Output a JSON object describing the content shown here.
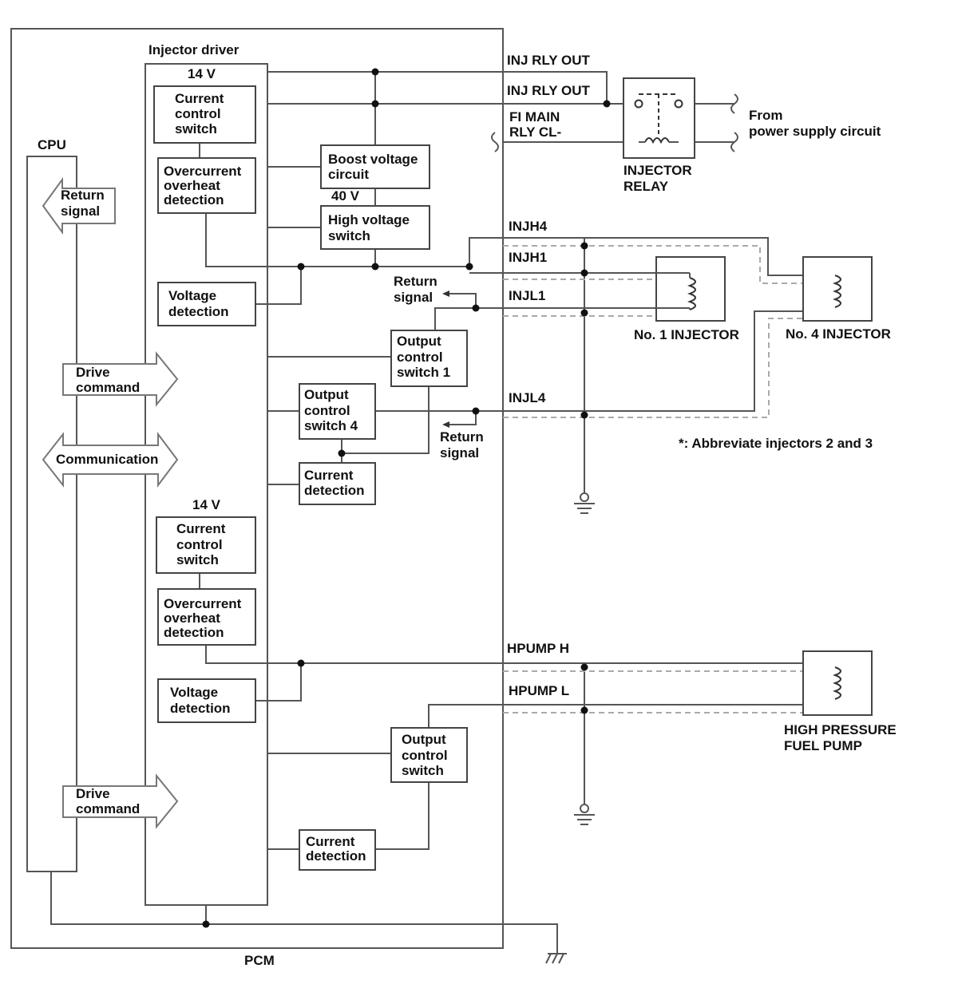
{
  "labels": {
    "pcm": "PCM",
    "injector_driver": "Injector driver",
    "cpu": "CPU",
    "v14_top": "14 V",
    "v14_bottom": "14 V",
    "v40": "40 V",
    "inj_rly_out_1": "INJ RLY OUT",
    "inj_rly_out_2": "INJ RLY OUT",
    "fi_main_rly": [
      "FI MAIN",
      "RLY CL-"
    ],
    "from_power": [
      "From",
      "power supply circuit"
    ],
    "injector_relay": [
      "INJECTOR",
      "RELAY"
    ],
    "injh4": "INJH4",
    "injh1": "INJH1",
    "injl1": "INJL1",
    "injl4": "INJL4",
    "return_signal_1": [
      "Return",
      "signal"
    ],
    "return_signal_2": [
      "Return",
      "signal"
    ],
    "no1_injector": "No. 1 INJECTOR",
    "no4_injector": "No. 4 INJECTOR",
    "abbrev_note": "*: Abbreviate injectors 2 and 3",
    "hpump_h": "HPUMP H",
    "hpump_l": "HPUMP L",
    "hp_fuel_pump": [
      "HIGH PRESSURE",
      "FUEL PUMP"
    ]
  },
  "blocks": {
    "ccs_top": [
      "Current",
      "control",
      "switch"
    ],
    "ood_top": [
      "Overcurrent",
      "overheat",
      "detection"
    ],
    "boost": [
      "Boost voltage",
      "circuit"
    ],
    "hv_switch": [
      "High voltage",
      "switch"
    ],
    "vd_top": [
      "Voltage",
      "detection"
    ],
    "ocs1": [
      "Output",
      "control",
      "switch 1"
    ],
    "ocs4": [
      "Output",
      "control",
      "switch 4"
    ],
    "cd_top": [
      "Current",
      "detection"
    ],
    "ccs_bottom": [
      "Current",
      "control",
      "switch"
    ],
    "ood_bottom": [
      "Overcurrent",
      "overheat",
      "detection"
    ],
    "vd_bottom": [
      "Voltage",
      "detection"
    ],
    "ocs_bottom": [
      "Output",
      "control",
      "switch"
    ],
    "cd_bottom": [
      "Current",
      "detection"
    ]
  },
  "arrows": {
    "return_signal": [
      "Return",
      "signal"
    ],
    "drive_command_1": [
      "Drive",
      "command"
    ],
    "communication": "Communication",
    "drive_command_2": [
      "Drive",
      "command"
    ]
  }
}
